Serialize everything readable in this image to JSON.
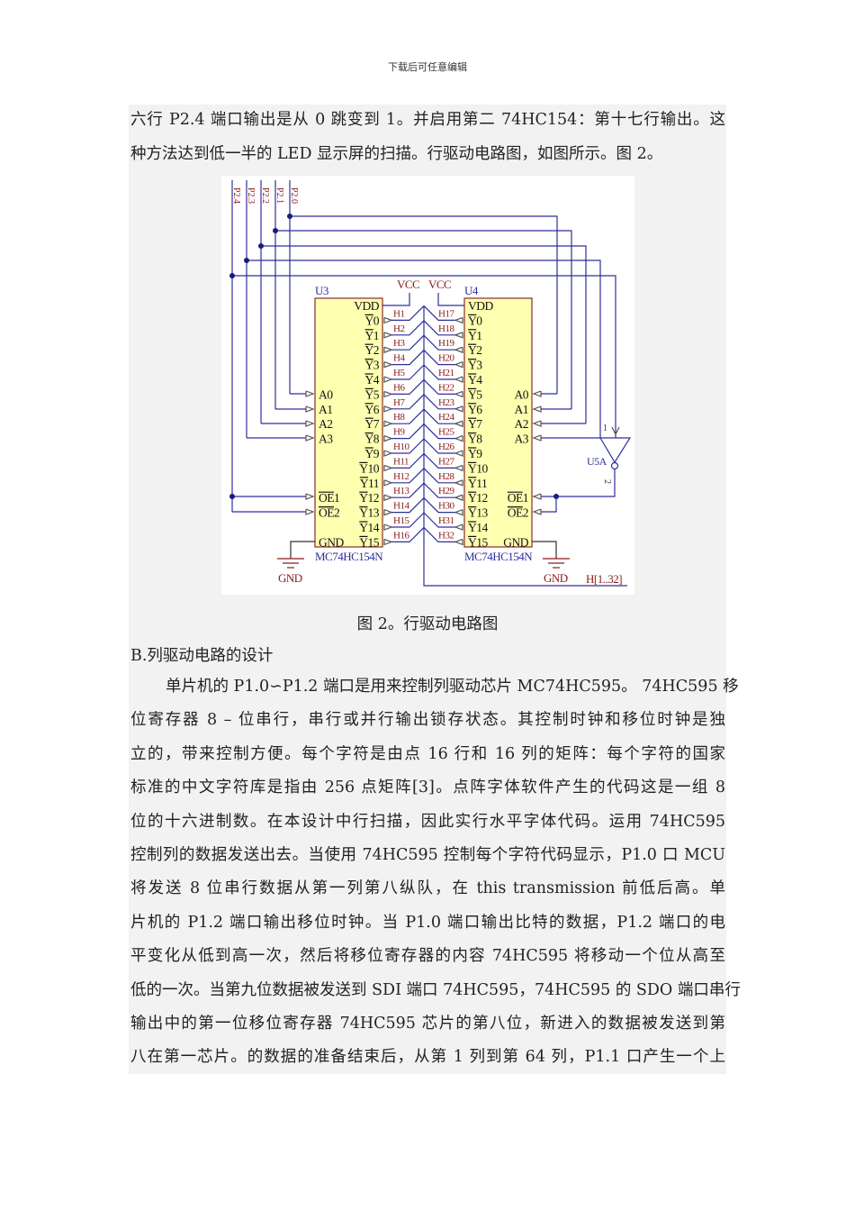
{
  "header": "下载后可任意编辑",
  "para1": [
    "六行 P2.4 端口输出是从 0 跳变到 1。并启用第二 74HC154：第十七行输出。这",
    "种方法达到低一半的 LED 显示屏的扫描。行驱动电路图，如图所示。图 2。"
  ],
  "figure": {
    "caption": "图 2。行驱动电路图",
    "ports": [
      "P2.4",
      "P2.3",
      "P2.2",
      "P2.1",
      "P2.0"
    ],
    "vcc": "VCC",
    "gnd": "GND",
    "bus": "H[1..32]",
    "u3": {
      "ref": "U3",
      "part": "MC74HC154N",
      "outputs": [
        "VDD",
        "Y0",
        "Y1",
        "Y2",
        "Y3",
        "Y4",
        "Y5",
        "Y6",
        "Y7",
        "Y8",
        "Y9",
        "Y10",
        "Y11",
        "Y12",
        "Y13",
        "Y14",
        "Y15"
      ],
      "inputs": [
        "A0",
        "A1",
        "A2",
        "A3",
        "OE1",
        "OE2",
        "GND"
      ],
      "nets": [
        "H1",
        "H2",
        "H3",
        "H4",
        "H5",
        "H6",
        "H7",
        "H8",
        "H9",
        "H10",
        "H11",
        "H12",
        "H13",
        "H14",
        "H15",
        "H16"
      ]
    },
    "u4": {
      "ref": "U4",
      "part": "MC74HC154N",
      "outputs": [
        "VDD",
        "Y0",
        "Y1",
        "Y2",
        "Y3",
        "Y4",
        "Y5",
        "Y6",
        "Y7",
        "Y8",
        "Y9",
        "Y10",
        "Y11",
        "Y12",
        "Y13",
        "Y14",
        "Y15"
      ],
      "inputs": [
        "A0",
        "A1",
        "A2",
        "A3",
        "OE1",
        "OE2",
        "GND"
      ],
      "nets": [
        "H17",
        "H18",
        "H19",
        "H20",
        "H21",
        "H22",
        "H23",
        "H24",
        "H25",
        "H26",
        "H27",
        "H28",
        "H29",
        "H30",
        "H31",
        "H32"
      ]
    },
    "inverter": {
      "ref": "U5A",
      "pin_in": "1",
      "pin_out": "2"
    }
  },
  "heading": "B.列驱动电路的设计",
  "para2": [
    "单片机的 P1.0∽P1.2 端口是用来控制列驱动芯片 MC74HC595。 74HC595 移",
    "位寄存器 8 – 位串行，串行或并行输出锁存状态。其控制时钟和移位时钟是独",
    "立的，带来控制方便。每个字符是由点 16 行和 16 列的矩阵：每个字符的国家",
    "标准的中文字符库是指由 256 点矩阵[3]。点阵字体软件产生的代码这是一组 8",
    "位的十六进制数。在本设计中行扫描，因此实行水平字体代码。运用 74HC595",
    "控制列的数据发送出去。当使用 74HC595 控制每个字符代码显示，P1.0 口 MCU",
    "将发送 8 位串行数据从第一列第八纵队，在 this transmission 前低后高。单",
    "片机的 P1.2 端口输出移位时钟。当 P1.0 端口输出比特的数据，P1.2 端口的电",
    "平变化从低到高一次，然后将移位寄存器的内容 74HC595 将移动一个位从高至",
    "低的一次。当第九位数据被发送到 SDI 端口 74HC595，74HC595 的 SDO 端口串行",
    "输出中的第一位移位寄存器 74HC595 芯片的第八位，新进入的数据被发送到第",
    "八在第一芯片。的数据的准备结束后，从第 1 列到第 64 列，P1.1 口产生一个上"
  ],
  "colors": {
    "wire": "#2e2e9c",
    "chip_fill": "#ffffb0",
    "chip_border": "#8b2a2a",
    "net_label": "#8b1a1a",
    "band": "#f2f2f2"
  }
}
